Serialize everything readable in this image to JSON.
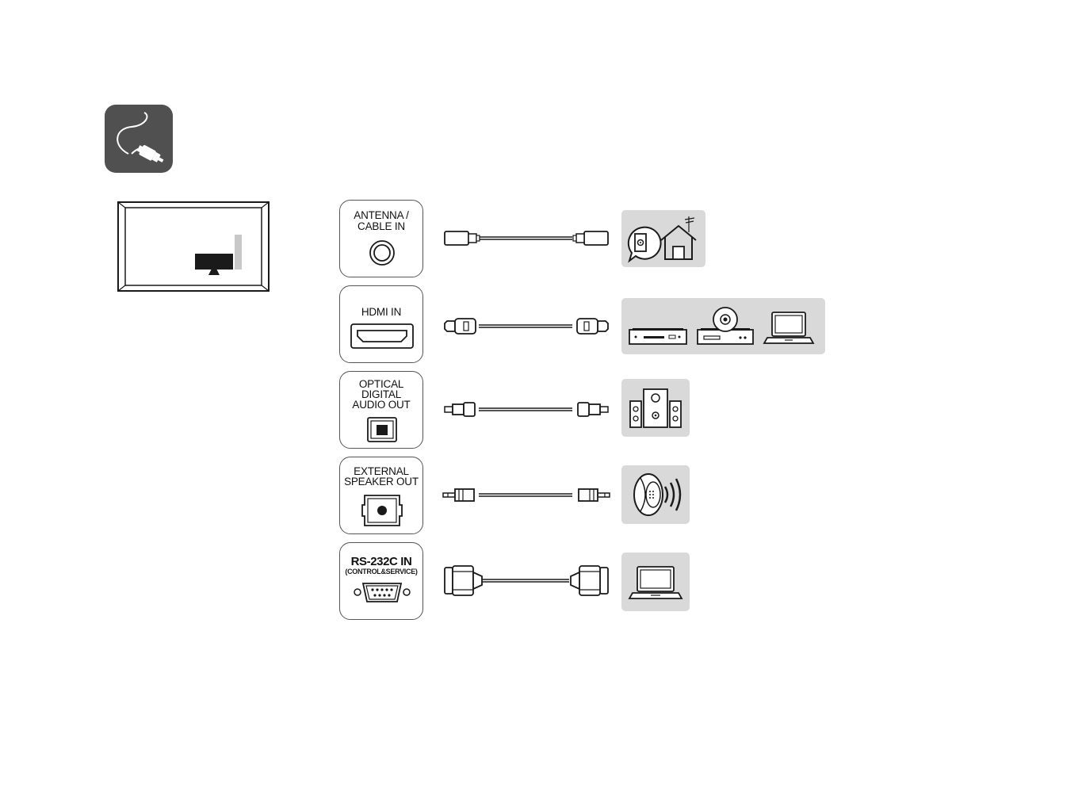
{
  "ports": [
    {
      "label": "ANTENNA /\nCABLE IN",
      "sublabel": ""
    },
    {
      "label": "HDMI IN",
      "sublabel": ""
    },
    {
      "label": "OPTICAL\nDIGITAL\nAUDIO OUT",
      "sublabel": ""
    },
    {
      "label": "EXTERNAL\nSPEAKER OUT",
      "sublabel": ""
    },
    {
      "label": "RS-232C IN",
      "sublabel": "(CONTROL&SERVICE)"
    }
  ],
  "icons": {
    "section": "cable-connection-icon",
    "tv": "tv-rear-panel-icon",
    "devices": [
      "antenna-house-icon",
      "set-top-box-icon",
      "dvd-player-icon",
      "laptop-icon",
      "speaker-system-icon",
      "external-speaker-icon",
      "laptop-icon"
    ]
  },
  "colors": {
    "device_bg": "#d9d9d9",
    "outline": "#1a1a1a",
    "icon_bg": "#505050"
  }
}
